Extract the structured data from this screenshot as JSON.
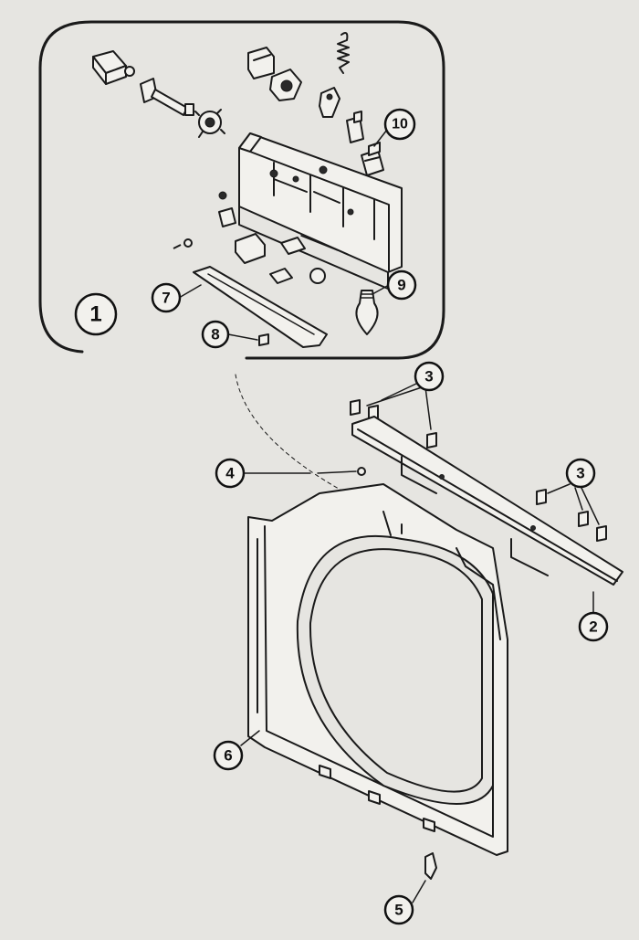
{
  "diagram": {
    "callouts": [
      {
        "id": "1",
        "label": "1"
      },
      {
        "id": "7",
        "label": "7"
      },
      {
        "id": "8",
        "label": "8"
      },
      {
        "id": "9",
        "label": "9"
      },
      {
        "id": "10",
        "label": "10"
      },
      {
        "id": "3a",
        "label": "3"
      },
      {
        "id": "3b",
        "label": "3"
      },
      {
        "id": "4",
        "label": "4"
      },
      {
        "id": "2",
        "label": "2"
      },
      {
        "id": "6",
        "label": "6"
      },
      {
        "id": "5",
        "label": "5"
      }
    ]
  }
}
